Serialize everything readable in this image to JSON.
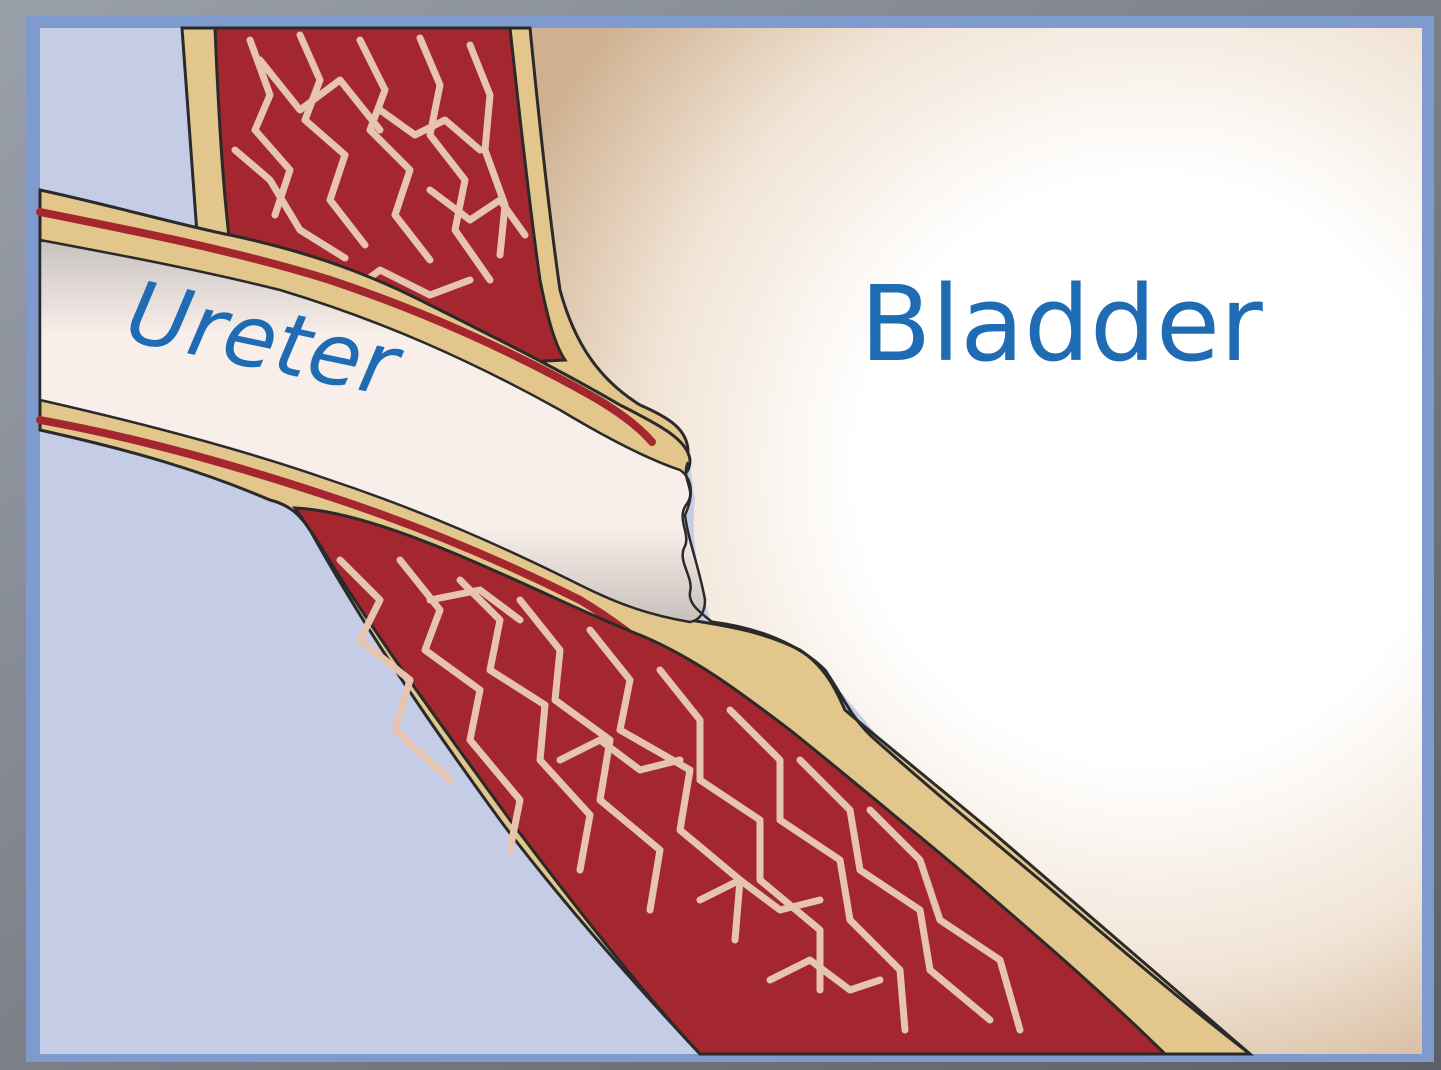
{
  "diagram": {
    "labels": {
      "ureter": "Ureter",
      "bladder": "Bladder"
    },
    "structures": [
      "ureter-tube",
      "ureter-wall",
      "upper-detrusor-muscle",
      "lower-detrusor-muscle",
      "ureteral-orifice",
      "bladder-lumen",
      "outside-tissue"
    ]
  },
  "colors": {
    "frame": "#7f9acc",
    "outside_tissue": "#c5cde6",
    "bladder_light": "#ffffff",
    "bladder_dark": "#d2b89a",
    "serosa": "#e3c68c",
    "muscle": "#a4262e",
    "muscle_streak": "#e7c4b0",
    "ureter_lumen": "#f7ece6",
    "outline": "#2a2a2a",
    "label": "#1f6cb5"
  }
}
